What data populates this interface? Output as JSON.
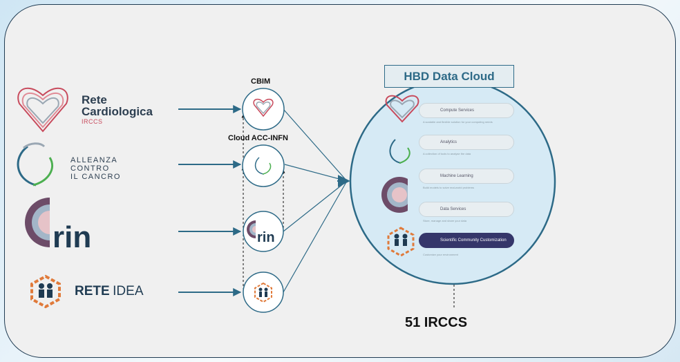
{
  "logos": {
    "rete_cardiologica": {
      "line1": "Rete",
      "line2": "Cardiologica",
      "line3": "IRCCS"
    },
    "alleanza": {
      "line1": "ALLEANZA",
      "line2": "CONTRO",
      "line3": "IL CANCRO"
    },
    "rin": {
      "text": "rin"
    },
    "rete_idea": {
      "bold": "RETE",
      "light": "IDEA"
    }
  },
  "nodes": {
    "cbim_label": "CBIM",
    "cloud_acc_label": "Cloud ACC-INFN",
    "rin_small": "rin"
  },
  "cloud": {
    "title": "HBD Data Cloud",
    "services": [
      {
        "label": "Compute Services",
        "caption": "A scalable and flexible solution for your computing needs"
      },
      {
        "label": "Analytics",
        "caption": "A collection of tools to analyse the data"
      },
      {
        "label": "Machine Learning",
        "caption": "Build models to solve real-world problems"
      },
      {
        "label": "Data Services",
        "caption": "Store, manage and share your data"
      },
      {
        "label": "Scientific Community Customization",
        "caption": "Customize your environment"
      }
    ]
  },
  "footer_count": "51 IRCCS",
  "colors": {
    "arrow": "#2d6a87",
    "border": "#1f3b52",
    "accent": "#2d6a87"
  }
}
